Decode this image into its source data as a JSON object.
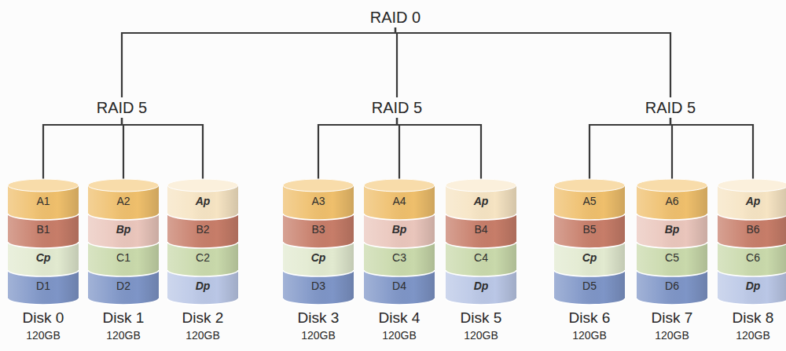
{
  "diagram": {
    "nodes": [
      {
        "text": [
          "RAID 0"
        ]
      },
      {
        "text": [
          "RAID 5"
        ]
      },
      {
        "text": [
          "RAID 5"
        ]
      },
      {
        "text": [
          "RAID 5"
        ]
      },
      {
        "text": [
          "Disk 0",
          "120GB"
        ]
      },
      {
        "text": [
          "A1"
        ],
        "in": 4
      },
      {
        "text": [
          "B1"
        ],
        "in": 4
      },
      {
        "text": [
          "Cp"
        ],
        "in": 4
      },
      {
        "text": [
          "D1"
        ],
        "in": 4
      },
      {
        "text": [
          "Disk 1",
          "120GB"
        ]
      },
      {
        "text": [
          "A2"
        ],
        "in": 9
      },
      {
        "text": [
          "Bp"
        ],
        "in": 9
      },
      {
        "text": [
          "C1"
        ],
        "in": 9
      },
      {
        "text": [
          "D2"
        ],
        "in": 9
      },
      {
        "text": [
          "Disk 2",
          "120GB"
        ]
      },
      {
        "text": [
          "Ap"
        ],
        "in": 14
      },
      {
        "text": [
          "B2"
        ],
        "in": 14
      },
      {
        "text": [
          "C2"
        ],
        "in": 14
      },
      {
        "text": [
          "Dp"
        ],
        "in": 14
      },
      {
        "text": [
          "Disk 3",
          "120GB"
        ]
      },
      {
        "text": [
          "A3"
        ],
        "in": 19
      },
      {
        "text": [
          "B3"
        ],
        "in": 19
      },
      {
        "text": [
          "Cp"
        ],
        "in": 19
      },
      {
        "text": [
          "D3"
        ],
        "in": 19
      },
      {
        "text": [
          "Disk 4",
          "120GB"
        ]
      },
      {
        "text": [
          "A4"
        ],
        "in": 24
      },
      {
        "text": [
          "Bp"
        ],
        "in": 24
      },
      {
        "text": [
          "C3"
        ],
        "in": 24
      },
      {
        "text": [
          "D4"
        ],
        "in": 24
      },
      {
        "text": [
          "Disk 5",
          "120GB"
        ]
      },
      {
        "text": [
          "Ap"
        ],
        "in": 29
      },
      {
        "text": [
          "B4"
        ],
        "in": 29
      },
      {
        "text": [
          "C4"
        ],
        "in": 29
      },
      {
        "text": [
          "Dp"
        ],
        "in": 29
      },
      {
        "text": [
          "Disk 6",
          "120GB"
        ]
      },
      {
        "text": [
          "A5"
        ],
        "in": 34
      },
      {
        "text": [
          "B5"
        ],
        "in": 34
      },
      {
        "text": [
          "Cp"
        ],
        "in": 34
      },
      {
        "text": [
          "D5"
        ],
        "in": 34
      },
      {
        "text": [
          "Disk 7",
          "120GB"
        ]
      },
      {
        "text": [
          "A6"
        ],
        "in": 39
      },
      {
        "text": [
          "Bp"
        ],
        "in": 39
      },
      {
        "text": [
          "C5"
        ],
        "in": 39
      },
      {
        "text": [
          "D6"
        ],
        "in": 39
      },
      {
        "text": [
          "Disk 8",
          "120GB"
        ]
      },
      {
        "text": [
          "Ap"
        ],
        "in": 44
      },
      {
        "text": [
          "B6"
        ],
        "in": 44
      },
      {
        "text": [
          "C6"
        ],
        "in": 44
      },
      {
        "text": [
          "Dp"
        ],
        "in": 44
      }
    ],
    "edges": [
      {
        "from": 0,
        "to": 1,
        "arrow": "none"
      },
      {
        "from": 0,
        "to": 2,
        "arrow": "none"
      },
      {
        "from": 0,
        "to": 3,
        "arrow": "none"
      },
      {
        "from": 1,
        "to": 4,
        "arrow": "none"
      },
      {
        "from": 1,
        "to": 9,
        "arrow": "none"
      },
      {
        "from": 1,
        "to": 14,
        "arrow": "none"
      },
      {
        "from": 2,
        "to": 19,
        "arrow": "none"
      },
      {
        "from": 2,
        "to": 24,
        "arrow": "none"
      },
      {
        "from": 2,
        "to": 29,
        "arrow": "none"
      },
      {
        "from": 3,
        "to": 34,
        "arrow": "none"
      },
      {
        "from": 3,
        "to": 39,
        "arrow": "none"
      },
      {
        "from": 3,
        "to": 44,
        "arrow": "none"
      }
    ]
  }
}
